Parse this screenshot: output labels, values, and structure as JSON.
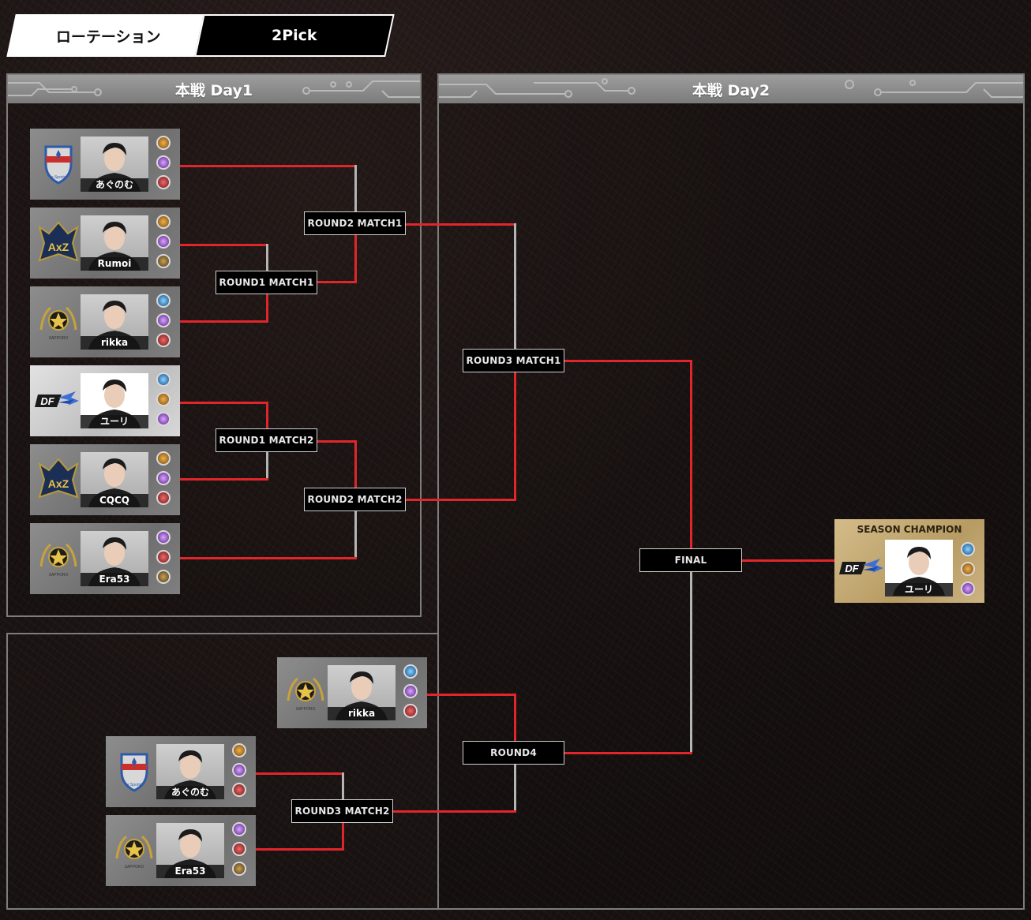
{
  "tabs": [
    {
      "label": "ローテーション",
      "active": false
    },
    {
      "label": "2Pick",
      "active": true
    }
  ],
  "panels": {
    "day1": {
      "title": "本戦 Day1"
    },
    "day2": {
      "title": "本戦 Day2"
    }
  },
  "matches": {
    "r1m1": "ROUND1 MATCH1",
    "r1m2": "ROUND1 MATCH2",
    "r2m1": "ROUND2 MATCH1",
    "r2m2": "ROUND2 MATCH2",
    "r3m1": "ROUND3 MATCH1",
    "r3m2": "ROUND3 MATCH2",
    "r4": "ROUND4",
    "final": "FINAL"
  },
  "players": {
    "p1": {
      "name": "あぐのむ",
      "team_logo": "marinos-esports-logo",
      "icons": [
        "gold",
        "purple",
        "maroon"
      ]
    },
    "p2": {
      "name": "Rumoi",
      "team_logo": "axiz-logo",
      "icons": [
        "gold",
        "purple",
        "olive"
      ]
    },
    "p3": {
      "name": "rikka",
      "team_logo": "sapporo-star-logo",
      "icons": [
        "blue",
        "purple",
        "maroon"
      ]
    },
    "p4": {
      "name": "ユーリ",
      "team_logo": "df-logo",
      "icons": [
        "blue",
        "gold",
        "purple"
      ],
      "highlight": true
    },
    "p5": {
      "name": "CQCQ",
      "team_logo": "axiz-logo",
      "icons": [
        "gold",
        "purple",
        "maroon"
      ]
    },
    "p6": {
      "name": "Era53",
      "team_logo": "sapporo-star-logo",
      "icons": [
        "purple",
        "maroon",
        "olive"
      ]
    },
    "lb1": {
      "name": "rikka",
      "team_logo": "sapporo-star-logo",
      "icons": [
        "blue",
        "purple",
        "maroon"
      ]
    },
    "lb2": {
      "name": "あぐのむ",
      "team_logo": "marinos-esports-logo",
      "icons": [
        "gold",
        "purple",
        "maroon"
      ]
    },
    "lb3": {
      "name": "Era53",
      "team_logo": "sapporo-star-logo",
      "icons": [
        "purple",
        "maroon",
        "olive"
      ]
    }
  },
  "champion": {
    "title": "SEASON CHAMPION",
    "name": "ユーリ",
    "team_logo": "df-logo",
    "icons": [
      "blue",
      "gold",
      "purple"
    ]
  },
  "colors": {
    "winner_line": "#e0262b",
    "loser_line": "#b4b4b4",
    "champion_bg": "#c9ae7a"
  }
}
